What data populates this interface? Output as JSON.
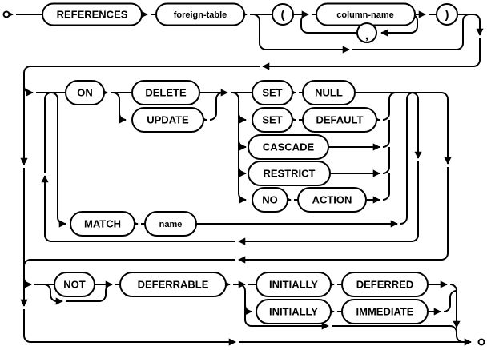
{
  "diagram": {
    "kind": "railroad-syntax-diagram",
    "colors": {
      "line": "#000000",
      "background": "#ffffff",
      "box_fill": "#ffffff",
      "text": "#000000"
    },
    "nodes": {
      "references": "REFERENCES",
      "foreign_table": "foreign-table",
      "open_paren": "(",
      "column_name": "column-name",
      "comma": ",",
      "close_paren": ")",
      "on": "ON",
      "delete": "DELETE",
      "update": "UPDATE",
      "set1": "SET",
      "null": "NULL",
      "set2": "SET",
      "default": "DEFAULT",
      "cascade": "CASCADE",
      "restrict": "RESTRICT",
      "no": "NO",
      "action": "ACTION",
      "match": "MATCH",
      "name": "name",
      "not": "NOT",
      "deferrable": "DEFERRABLE",
      "initially1": "INITIALLY",
      "deferred": "DEFERRED",
      "initially2": "INITIALLY",
      "immediate": "IMMEDIATE"
    }
  }
}
